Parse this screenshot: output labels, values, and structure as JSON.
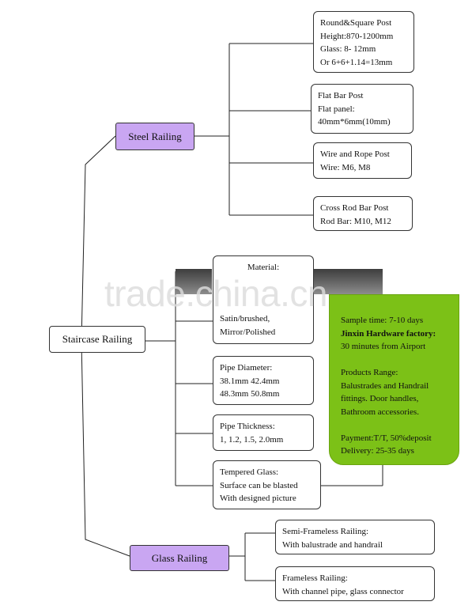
{
  "root": {
    "label": "Staircase Railing"
  },
  "categories": {
    "steel": "Steel Railing",
    "glass": "Glass Railing"
  },
  "steel_items": [
    {
      "lines": [
        "Round&Square Post",
        "Height:870-1200mm",
        "Glass: 8- 12mm",
        "Or 6+6+1.14=13mm"
      ]
    },
    {
      "lines": [
        "Flat Bar Post",
        "Flat panel:",
        "40mm*6mm(10mm)"
      ]
    },
    {
      "lines": [
        "Wire and Rope Post",
        "Wire: M6, M8"
      ]
    },
    {
      "lines": [
        "Cross Rod Bar Post",
        "Rod Bar: M10, M12"
      ]
    }
  ],
  "staircase_items": [
    {
      "lines": [
        "Material:"
      ]
    },
    {
      "lines": [
        "Satin/brushed,",
        "Mirror/Polished"
      ]
    },
    {
      "lines": [
        "Pipe Diameter:",
        "38.1mm 42.4mm",
        "48.3mm 50.8mm"
      ]
    },
    {
      "lines": [
        "Pipe Thickness:",
        "1, 1.2, 1.5, 2.0mm"
      ]
    },
    {
      "lines": [
        "Tempered Glass:",
        "Surface can be blasted",
        "With designed picture"
      ]
    }
  ],
  "glass_items": [
    {
      "lines": [
        "Semi-Frameless Railing:",
        "With balustrade and handrail"
      ]
    },
    {
      "lines": [
        "Frameless Railing:",
        "With channel pipe, glass connector"
      ]
    }
  ],
  "info_box": {
    "sample": "Sample time: 7-10 days",
    "factory": "Jinxin Hardware factory:",
    "airport": "30 minutes from Airport",
    "range_title": "Products Range:",
    "range_1": "Balustrades and Handrail",
    "range_2": "fittings. Door handles,",
    "range_3": "Bathroom accessories.",
    "payment": "Payment:T/T, 50%deposit",
    "delivery": "Delivery: 25-35 days"
  },
  "watermark": "trade.china.cn",
  "colors": {
    "category_fill": "#c9a6f2",
    "info_fill": "#7cc117",
    "line": "#222222"
  }
}
